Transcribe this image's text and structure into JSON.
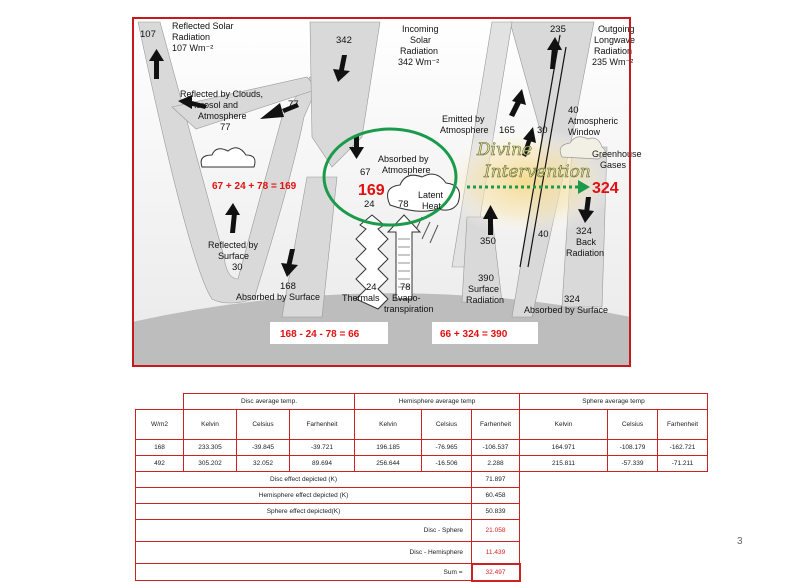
{
  "diagram": {
    "labels": {
      "reflected_solar": [
        "Reflected Solar",
        "Radiation",
        "107 Wm⁻²"
      ],
      "incoming_solar": [
        "Incoming",
        "Solar",
        "Radiation",
        "342 Wm⁻²"
      ],
      "outgoing_longwave": [
        "Outgoing",
        "Longwave",
        "Radiation",
        "235 Wm⁻²"
      ],
      "reflected_by_clouds": [
        "Reflected by Clouds,",
        "Aerosol and",
        "Atmosphere"
      ],
      "absorbed_by_atmosphere": [
        "Absorbed by",
        "Atmosphere"
      ],
      "emitted_by_atmosphere": [
        "Emitted by",
        "Atmosphere"
      ],
      "atmospheric_window": [
        "Atmospheric",
        "Window"
      ],
      "greenhouse_gases": [
        "Greenhouse",
        "Gases"
      ],
      "latent_heat": [
        "Latent",
        "Heat"
      ],
      "reflected_by_surface": [
        "Reflected by",
        "Surface"
      ],
      "absorbed_by_surface_left": "Absorbed by Surface",
      "thermals": "Thermals",
      "evapotranspiration": [
        "Evapo-",
        "transpiration"
      ],
      "surface_radiation": [
        "Surface",
        "Radiation"
      ],
      "back_radiation": [
        "Back",
        "Radiation"
      ],
      "absorbed_by_surface_right": "Absorbed by Surface",
      "divine_intervention": [
        "Divine",
        "Intervention"
      ]
    },
    "numbers": {
      "n107": "107",
      "n342": "342",
      "n235": "235",
      "n77_arrow": "77",
      "n77_label": "77",
      "n165": "165",
      "n30_window": "30",
      "n40_window": "40",
      "n67": "67",
      "n169": "169",
      "n24_atm": "24",
      "n78_atm": "78",
      "n324_big": "324",
      "n30_surface": "30",
      "n168": "168",
      "n24_thermals": "24",
      "n78_evapo": "78",
      "n350": "350",
      "n40_low": "40",
      "n324_back": "324",
      "n390": "390",
      "n324_absorbed": "324"
    },
    "equations": {
      "eq_top": "67 + 24 + 78 = 169",
      "eq_bottom_left": "168 - 24 - 78 = 66",
      "eq_bottom_right": "66 + 324 = 390"
    },
    "colors": {
      "frame": "#c8171e",
      "highlight": "#e01010",
      "ellipse": "#1a9a4a",
      "arrow_dots": "#1a9a4a",
      "beam": "#d9d9d9",
      "ground": "#bdbdbd"
    }
  },
  "table": {
    "groups": [
      "Disc average temp.",
      "Hemisphere average temp",
      "Sphere average temp"
    ],
    "headers": [
      "W/m2",
      "Kelvin",
      "Celsius",
      "Farhenheit",
      "Kelvin",
      "Celsius",
      "Farhenheit",
      "Kelvin",
      "Celsius",
      "Farhenheit"
    ],
    "rows": [
      [
        "168",
        "233.305",
        "-39.845",
        "-39.721",
        "196.185",
        "-76.965",
        "-106.537",
        "164.971",
        "-108.179",
        "-162.721"
      ],
      [
        "492",
        "305.202",
        "32.052",
        "89.694",
        "256.644",
        "-16.506",
        "2.288",
        "215.811",
        "-57.339",
        "-71.211"
      ]
    ],
    "effects": [
      {
        "label": "Disc effect depicted (K)",
        "value": "71.897"
      },
      {
        "label": "Hemisphere effect depicted (K)",
        "value": "60.458"
      },
      {
        "label": "Sphere effect depicted(K)",
        "value": "50.839"
      },
      {
        "label": "Disc - Sphere",
        "value": "21.058"
      },
      {
        "label": "Disc - Hemisphere",
        "value": "11.439"
      },
      {
        "label": "Sum =",
        "value": "32.497"
      }
    ]
  },
  "page_number": "3"
}
